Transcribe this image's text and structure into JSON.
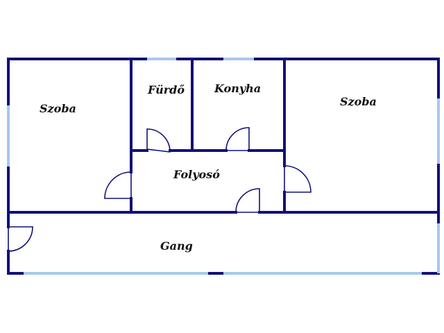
{
  "colors": {
    "wall": "#10107a",
    "window": "#a9c8ea",
    "background": "#ffffff",
    "label": "#111111"
  },
  "rooms": [
    {
      "id": "szoba-left",
      "label": "Szoba"
    },
    {
      "id": "furdo",
      "label": "Fürdő"
    },
    {
      "id": "konyha",
      "label": "Konyha"
    },
    {
      "id": "szoba-right",
      "label": "Szoba"
    },
    {
      "id": "folyoso",
      "label": "Folyosó"
    },
    {
      "id": "gang",
      "label": "Gang"
    }
  ]
}
